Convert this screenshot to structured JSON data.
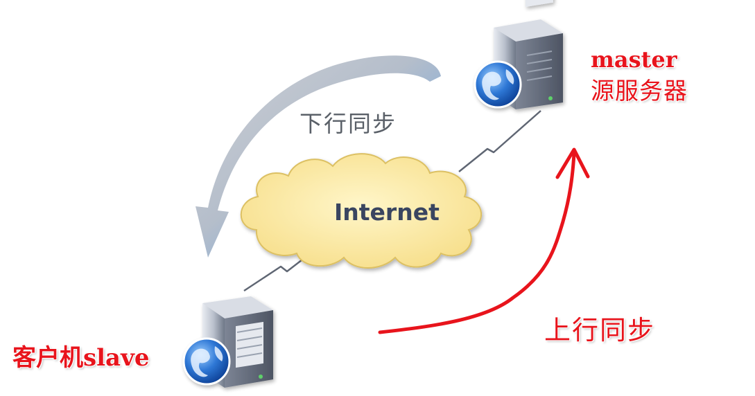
{
  "master": {
    "name": "master",
    "description": "源服务器"
  },
  "slave": {
    "label": "客户机slave"
  },
  "network": {
    "label": "Internet"
  },
  "sync": {
    "download_label": "下行同步",
    "upload_label": "上行同步"
  },
  "colors": {
    "red_accent": "#e8141c",
    "cloud_fill": "#fbe9a6",
    "cloud_stroke": "#dfc467",
    "download_arrow": "#4a90e2",
    "gray_text": "#5a6068",
    "server_body": "#8e96a6",
    "globe": "#1f5fbf"
  },
  "icons": [
    "server-icon",
    "globe-icon",
    "cloud-shape",
    "lightning-link-icon",
    "curved-arrow-icon"
  ]
}
